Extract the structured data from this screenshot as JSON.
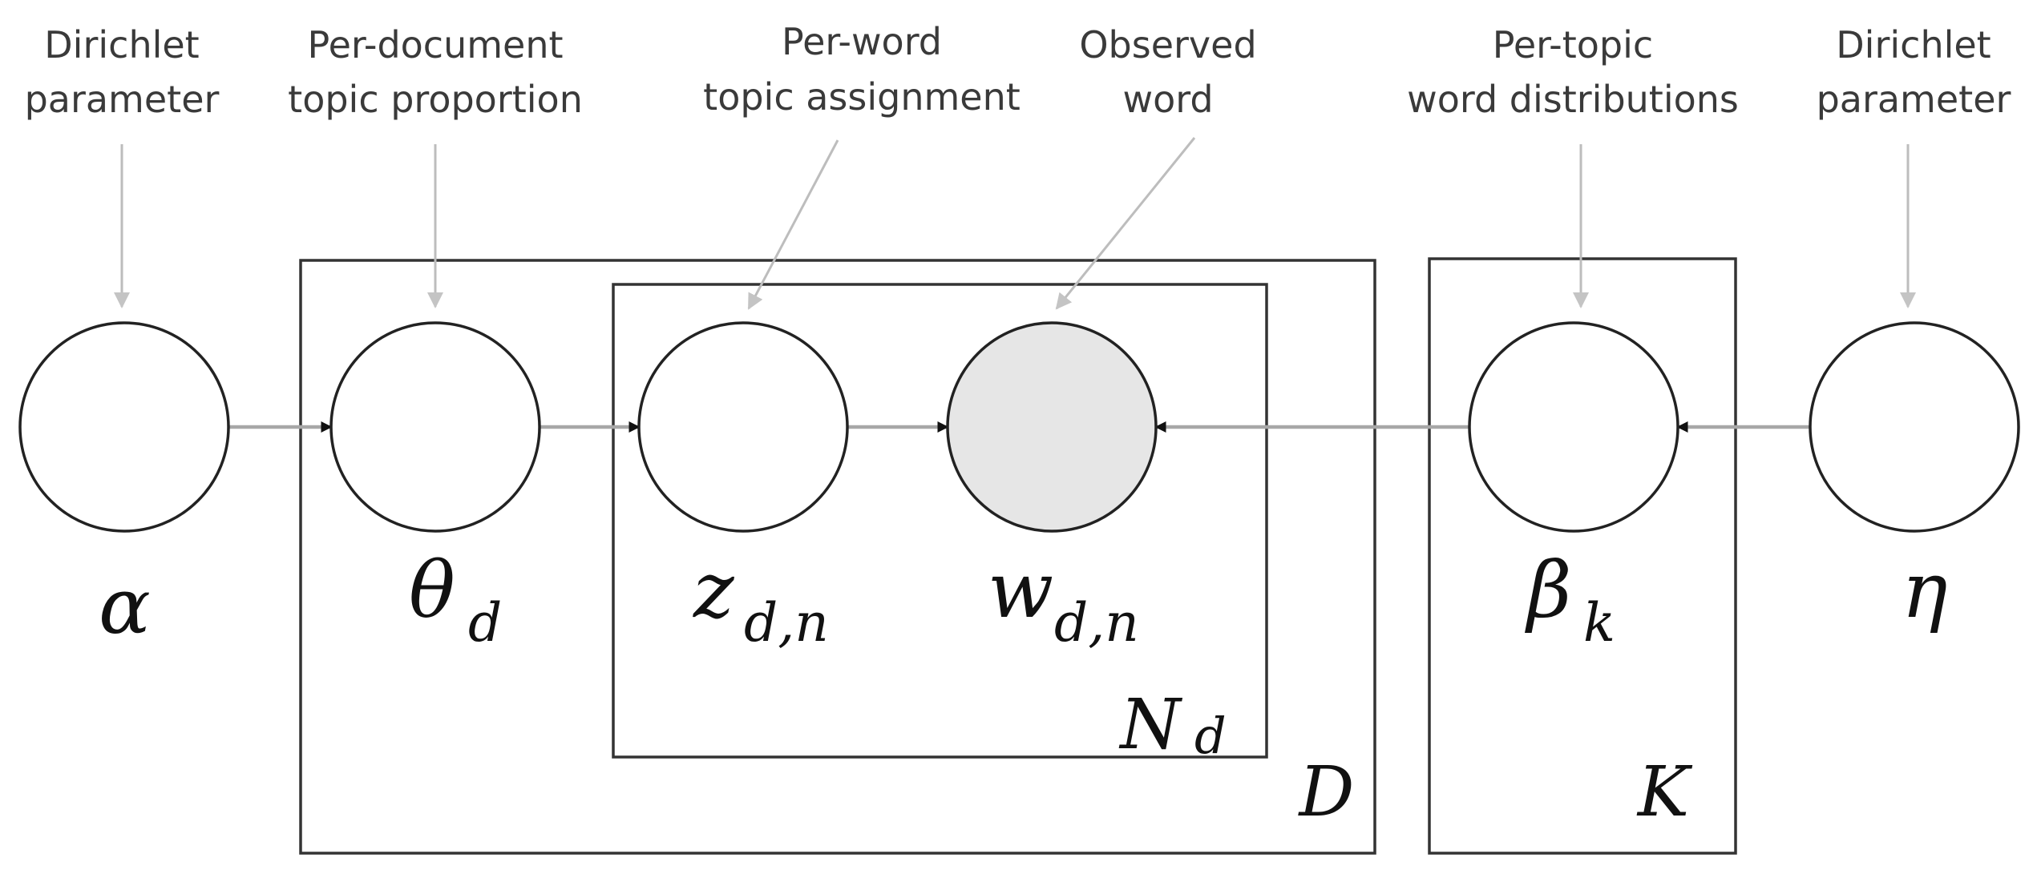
{
  "nodes": [
    {
      "id": "alpha",
      "symbol": "α",
      "subscript": "",
      "caption": [
        "Dirichlet",
        "parameter"
      ],
      "observed": false
    },
    {
      "id": "theta",
      "symbol": "θ",
      "subscript": "d",
      "caption": [
        "Per-document",
        "topic proportion"
      ],
      "observed": false
    },
    {
      "id": "z",
      "symbol": "z",
      "subscript": "d,n",
      "caption": [
        "Per-word",
        "topic assignment"
      ],
      "observed": false
    },
    {
      "id": "w",
      "symbol": "w",
      "subscript": "d,n",
      "caption": [
        "Observed",
        "word"
      ],
      "observed": true
    },
    {
      "id": "beta",
      "symbol": "β",
      "subscript": "k",
      "caption": [
        "Per-topic",
        "word distributions"
      ],
      "observed": false
    },
    {
      "id": "eta",
      "symbol": "η",
      "subscript": "",
      "caption": [
        "Dirichlet",
        "parameter"
      ],
      "observed": false
    }
  ],
  "edges": [
    {
      "from": "alpha",
      "to": "theta"
    },
    {
      "from": "theta",
      "to": "z"
    },
    {
      "from": "z",
      "to": "w"
    },
    {
      "from": "beta",
      "to": "w"
    },
    {
      "from": "eta",
      "to": "beta"
    }
  ],
  "plates": [
    {
      "id": "D",
      "label": "D",
      "subscript": ""
    },
    {
      "id": "N",
      "label": "N",
      "subscript": "d"
    },
    {
      "id": "K",
      "label": "K",
      "subscript": ""
    }
  ],
  "colors": {
    "observed_fill": "#e6e6e6",
    "latent_fill": "#ffffff",
    "edge": "#a7a7a7",
    "pointer": "#bdbdbd",
    "arrowhead": "#111111"
  }
}
